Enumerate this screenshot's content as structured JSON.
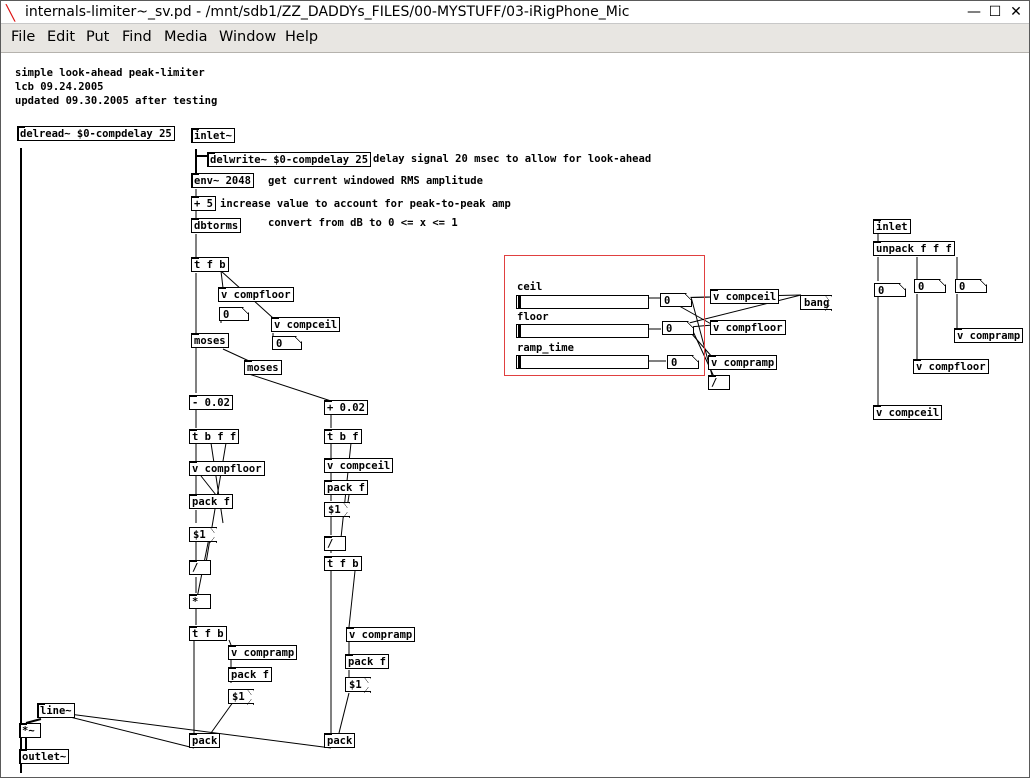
{
  "window": {
    "title": "internals-limiter~_sv.pd  - /mnt/sdb1/ZZ_DADDYs_FILES/00-MYSTUFF/03-iRigPhone_Mic",
    "minimize": "—",
    "maximize": "☐",
    "close": "✕"
  },
  "menu": [
    "File",
    "Edit",
    "Put",
    "Find",
    "Media",
    "Window",
    "Help"
  ],
  "comments": {
    "header1": "simple look-ahead peak-limiter",
    "header2": "lcb 09.24.2005",
    "header3": "updated 09.30.2005 after testing",
    "delay_note": "delay signal 20 msec to allow for look-ahead",
    "rms_note": "get current windowed RMS amplitude",
    "peak_note": "increase value to account for peak-to-peak amp",
    "convert_note": "convert from dB to 0 <= x <= 1"
  },
  "objects": {
    "delread": "delread~ $0-compdelay 25",
    "inlet_sig": "inlet~",
    "delwrite": "delwrite~ $0-compdelay 25",
    "env": "env~ 2048",
    "plus5": "+ 5",
    "dbtorms": "dbtorms",
    "tfb1": "t f b",
    "v_compfloor1": "v compfloor",
    "v_compceil1": "v compceil",
    "moses1": "moses",
    "moses2": "moses",
    "minus002": "- 0.02",
    "plus002": "+ 0.02",
    "tbff": "t b f f",
    "tbf": "t b f",
    "v_compfloor2": "v compfloor",
    "v_compceil2": "v compceil",
    "packf1": "pack f",
    "packf2": "pack f",
    "div1": "/",
    "div2": "/",
    "mul1": "*",
    "tfb2": "t f b",
    "tfb3": "t f b",
    "v_compramp1": "v compramp",
    "v_compramp2": "v compramp",
    "packf3": "pack f",
    "packf4": "pack f",
    "pack1": "pack",
    "pack2": "pack",
    "line": "line~",
    "mulsig": "*~",
    "outlet": "outlet~",
    "inlet_ctl": "inlet",
    "unpack": "unpack f f f",
    "v_compramp3": "v compramp",
    "v_compfloor3": "v compfloor",
    "v_compceil3": "v compceil",
    "gop_v_compceil": "v compceil",
    "gop_v_compfloor": "v compfloor",
    "gop_v_compramp": "v compramp",
    "gop_div": "/"
  },
  "messages": {
    "dollar1_a": "$1",
    "dollar1_b": "$1",
    "dollar1_c": "$1",
    "dollar1_d": "$1",
    "bang": "bang"
  },
  "numbers": {
    "n_floor1": "0",
    "n_ceil1": "0",
    "n_unpack1": "0",
    "n_unpack2": "0",
    "n_unpack3": "0",
    "gop_ceil": "0",
    "gop_floor": "0",
    "gop_ramp": "0"
  },
  "gop": {
    "label_ceil": "ceil",
    "label_floor": "floor",
    "label_ramp": "ramp_time"
  }
}
